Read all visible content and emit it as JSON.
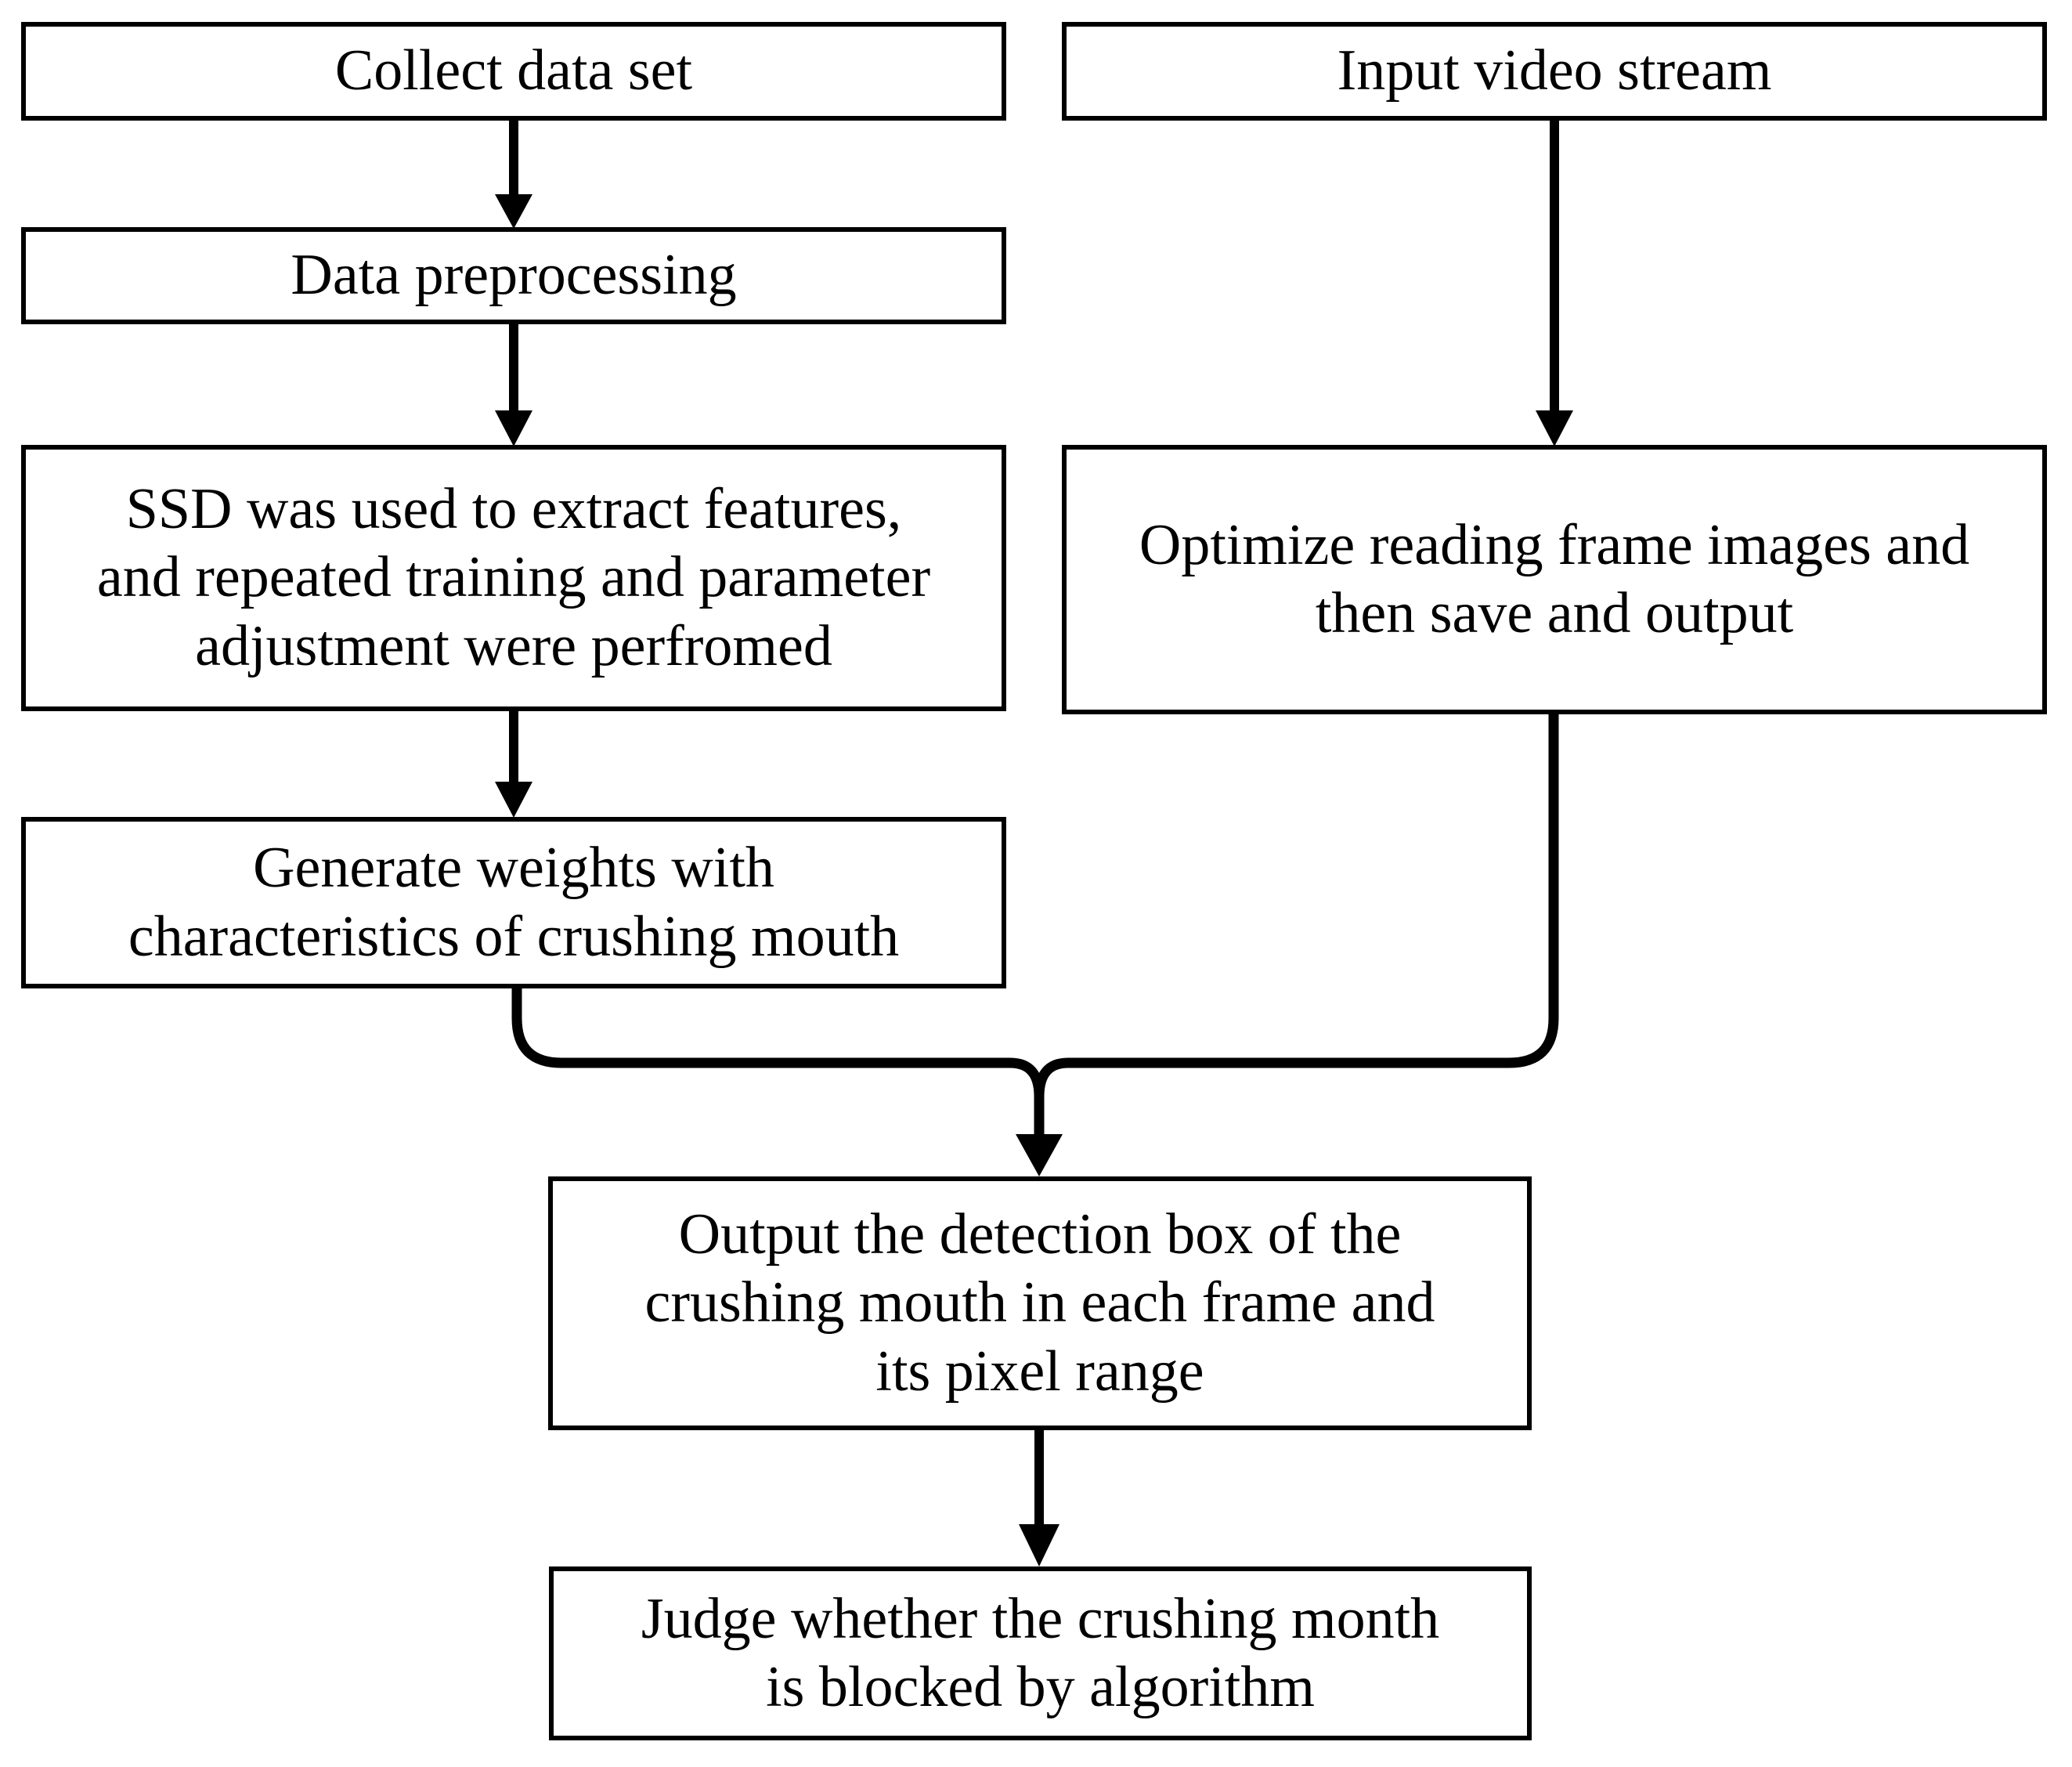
{
  "diagram": {
    "title": "Crushing mouth blockage detection flowchart",
    "type": "flowchart",
    "orientation": "top-to-bottom",
    "background_color": "#ffffff",
    "stroke_color": "#000000",
    "text_color": "#000000"
  },
  "nodes": [
    {
      "id": "collect",
      "label": "Collect data set",
      "shape": "rectangle",
      "column": "left"
    },
    {
      "id": "input_video",
      "label": "Input video stream",
      "shape": "rectangle",
      "column": "right"
    },
    {
      "id": "preprocess",
      "label": "Data preprocessing",
      "shape": "rectangle",
      "column": "left"
    },
    {
      "id": "ssd",
      "label": "SSD was used to extract features,\nand repeated training and parameter\nadjustment were perfromed",
      "shape": "rectangle",
      "column": "left"
    },
    {
      "id": "optimize",
      "label": "Optimize reading frame images and\nthen save and output",
      "shape": "rectangle",
      "column": "right"
    },
    {
      "id": "weights",
      "label": "Generate weights with\ncharacteristics of crushing mouth",
      "shape": "rectangle",
      "column": "left"
    },
    {
      "id": "output_box",
      "label": "Output the detection box of the\ncrushing mouth in each frame and\nits pixel range",
      "shape": "rectangle",
      "column": "center"
    },
    {
      "id": "judge",
      "label": "Judge whether the crushing month\nis blocked by algorithm",
      "shape": "rectangle",
      "column": "center"
    }
  ],
  "edges": [
    {
      "from": "collect",
      "to": "preprocess",
      "style": "straight-arrow",
      "direction": "down"
    },
    {
      "from": "preprocess",
      "to": "ssd",
      "style": "straight-arrow",
      "direction": "down"
    },
    {
      "from": "ssd",
      "to": "weights",
      "style": "straight-arrow",
      "direction": "down"
    },
    {
      "from": "input_video",
      "to": "optimize",
      "style": "straight-arrow",
      "direction": "down"
    },
    {
      "from": "weights",
      "to": "output_box",
      "style": "elbow-merge",
      "direction": "down"
    },
    {
      "from": "optimize",
      "to": "output_box",
      "style": "elbow-merge",
      "direction": "down"
    },
    {
      "from": "output_box",
      "to": "judge",
      "style": "straight-arrow",
      "direction": "down"
    }
  ]
}
